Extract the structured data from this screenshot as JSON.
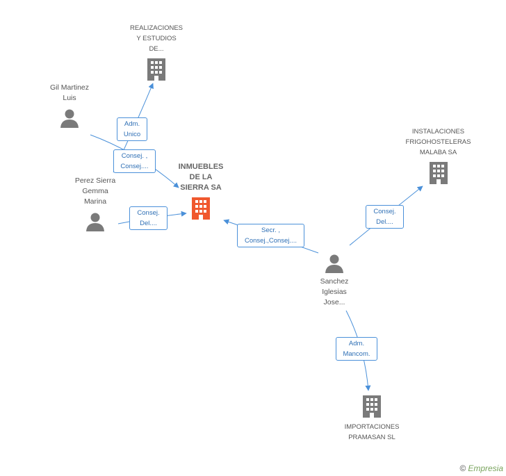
{
  "colors": {
    "edge": "#4a90d9",
    "company": "#7a7a7a",
    "main_company": "#f0582e",
    "person": "#7a7a7a"
  },
  "nodes": {
    "realizaciones": {
      "lines": [
        "REALIZACIONES",
        "Y ESTUDIOS",
        "DE..."
      ],
      "icon": "building-icon"
    },
    "instalaciones": {
      "lines": [
        "INSTALACIONES",
        "FRIGOHOSTELERAS",
        "MALABA SA"
      ],
      "icon": "building-icon"
    },
    "inmuebles": {
      "lines": [
        "INMUEBLES",
        "DE LA",
        "SIERRA SA"
      ],
      "icon": "building-icon"
    },
    "importaciones": {
      "lines": [
        "IMPORTACIONES",
        "PRAMASAN SL"
      ],
      "icon": "building-icon"
    },
    "gil": {
      "lines": [
        "Gil Martinez",
        "Luis"
      ],
      "icon": "person-icon"
    },
    "perez": {
      "lines": [
        "Perez Sierra",
        "Gemma",
        "Marina"
      ],
      "icon": "person-icon"
    },
    "sanchez": {
      "lines": [
        "Sanchez",
        "Iglesias",
        "Jose..."
      ],
      "icon": "person-icon"
    }
  },
  "edge_labels": {
    "adm_unico": [
      "Adm.",
      "Unico"
    ],
    "consej_gil": [
      "Consej. ,",
      "Consej...."
    ],
    "consej_perez": [
      "Consej.",
      "Del...."
    ],
    "secr_sanchez": [
      "Secr. ,",
      "Consej.,Consej...."
    ],
    "consej_sanchez": [
      "Consej.",
      "Del...."
    ],
    "adm_mancom": [
      "Adm.",
      "Mancom."
    ]
  },
  "brand": {
    "copyright": "©",
    "name": "Empresia"
  }
}
